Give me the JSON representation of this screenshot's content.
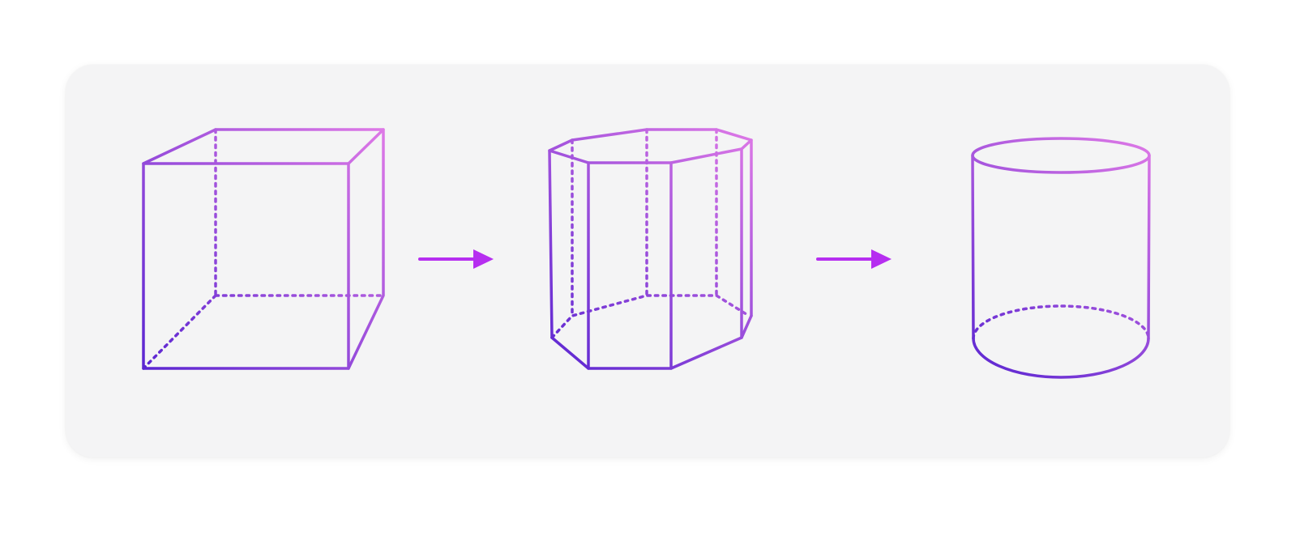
{
  "diagram": {
    "title": "",
    "stages": [
      {
        "shape": "cube"
      },
      {
        "shape": "octagonal-prism"
      },
      {
        "shape": "cylinder"
      }
    ],
    "connectors": [
      {
        "from": "cube",
        "to": "octagonal-prism"
      },
      {
        "from": "octagonal-prism",
        "to": "cylinder"
      }
    ]
  },
  "colors": {
    "card_background": "#f4f4f5",
    "gradient_start": "#5a25d1",
    "gradient_end": "#dd78e6",
    "arrow": "#b62ef0"
  }
}
